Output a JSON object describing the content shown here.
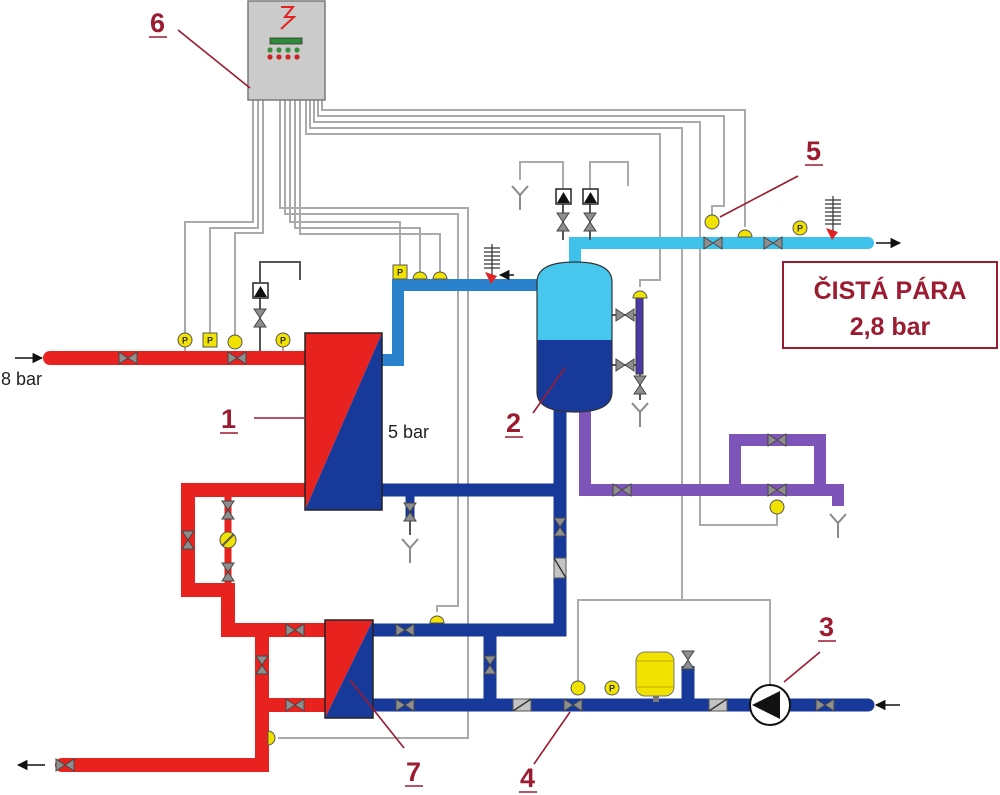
{
  "callouts": {
    "c1": "1",
    "c2": "2",
    "c3": "3",
    "c4": "4",
    "c5": "5",
    "c6": "6",
    "c7": "7"
  },
  "labels": {
    "inlet_pressure": "8 bar",
    "exchanger_pressure": "5 bar"
  },
  "output_box": {
    "line1": "ČISTÁ PÁRA",
    "line2": "2,8 bar"
  },
  "gauge_letter": "P",
  "colors": {
    "hot_pipe": "#e8231f",
    "cold_pipe": "#17399a",
    "steam_pipe": "#2b82cc",
    "clean_steam_pipe": "#3ec2ec",
    "condensate_pipe": "#7d55b8",
    "signal_line": "#aaaaaa",
    "accent": "#9b1b30",
    "instrument": "#f2e200"
  },
  "icons": {
    "control_panel": "lightning-icon",
    "pump": "pump-icon",
    "valve": "valve-icon",
    "check_valve": "check-valve-icon",
    "safety_valve": "safety-valve-icon",
    "drain": "drain-funnel-icon",
    "flow_arrow": "arrow-icon"
  }
}
